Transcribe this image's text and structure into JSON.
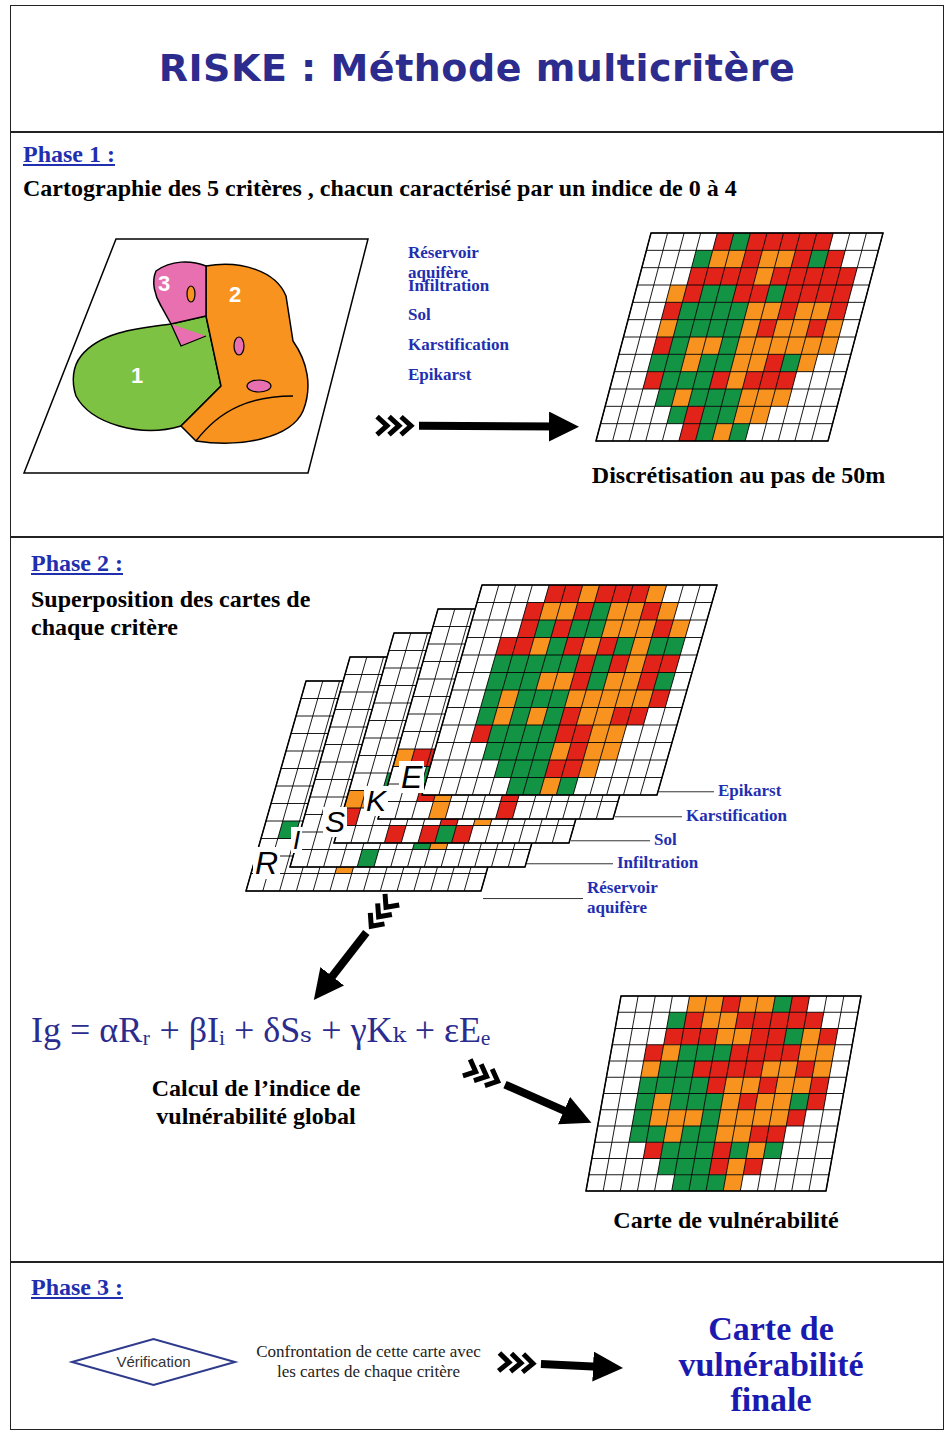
{
  "diagram": {
    "title": "RISKE : Méthode multicritère",
    "nodes": [
      {
        "text": [
          "Phase 1 :",
          "Cartographie des 5 critères , chacun caractérisé par un indice de 0 à 4"
        ]
      },
      {
        "text": [
          "3",
          "2",
          "1"
        ],
        "in": 0
      },
      {
        "text": [
          "Discrétisation au pas de 50m"
        ],
        "in": 0
      },
      {
        "text": [
          "Phase 2 :",
          "Superposition des cartes de chaque critère"
        ]
      },
      {
        "text": [
          "R",
          "I",
          "S",
          "K",
          "E"
        ],
        "in": 3
      },
      {
        "text": [
          "Ig = αRᵣ + βIᵢ + δSₛ + γKₖ + εEₑ",
          "Calcul de l’indice de vulnérabilité global"
        ],
        "in": 3
      },
      {
        "text": [
          "Carte de vulnérabilité"
        ],
        "in": 3
      },
      {
        "text": [
          "Phase 3 :"
        ]
      },
      {
        "text": [
          "Vérification"
        ],
        "in": 7
      },
      {
        "text": [
          "Carte de vulnérabilité finale"
        ],
        "in": 7
      }
    ],
    "edges": [
      {
        "from": 1,
        "to": 2,
        "arrow": "to"
      },
      {
        "from": 4,
        "to": 5,
        "arrow": "to"
      },
      {
        "from": 5,
        "to": 6,
        "arrow": "to"
      },
      {
        "from": 8,
        "to": 9,
        "arrow": "to",
        "label": "Confrontation de cette carte avec les cartes de chaque critère"
      }
    ],
    "labels": [
      "Réservoir aquifère",
      "Infiltration",
      "Sol",
      "Karstification",
      "Epikarst",
      "Epikarst",
      "Karstification",
      "Sol",
      "Infiltration",
      "Réservoir aquifère"
    ]
  }
}
